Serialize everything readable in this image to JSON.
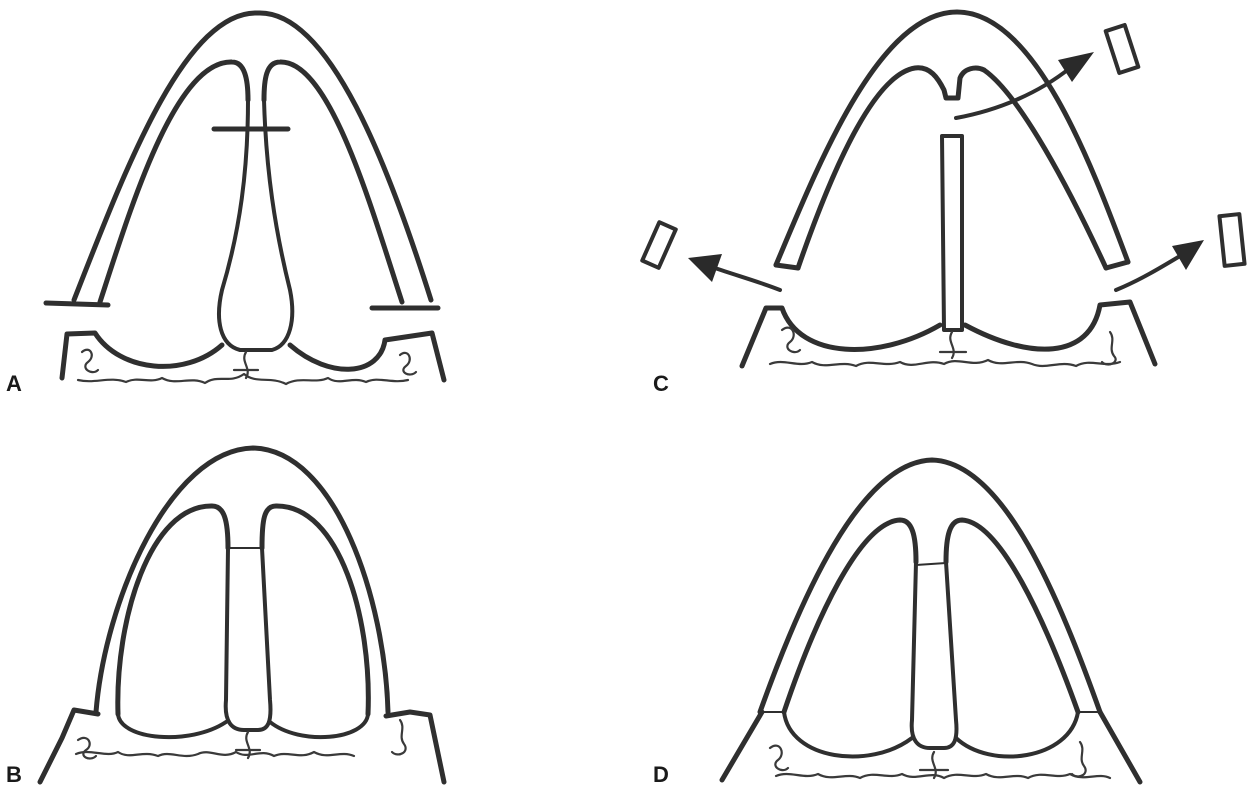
{
  "panels": [
    {
      "id": "A",
      "label": "A"
    },
    {
      "id": "B",
      "label": "B"
    },
    {
      "id": "C",
      "label": "C"
    },
    {
      "id": "D",
      "label": "D"
    }
  ],
  "colors": {
    "ink": "#2f2f2f",
    "background": "#ffffff"
  }
}
